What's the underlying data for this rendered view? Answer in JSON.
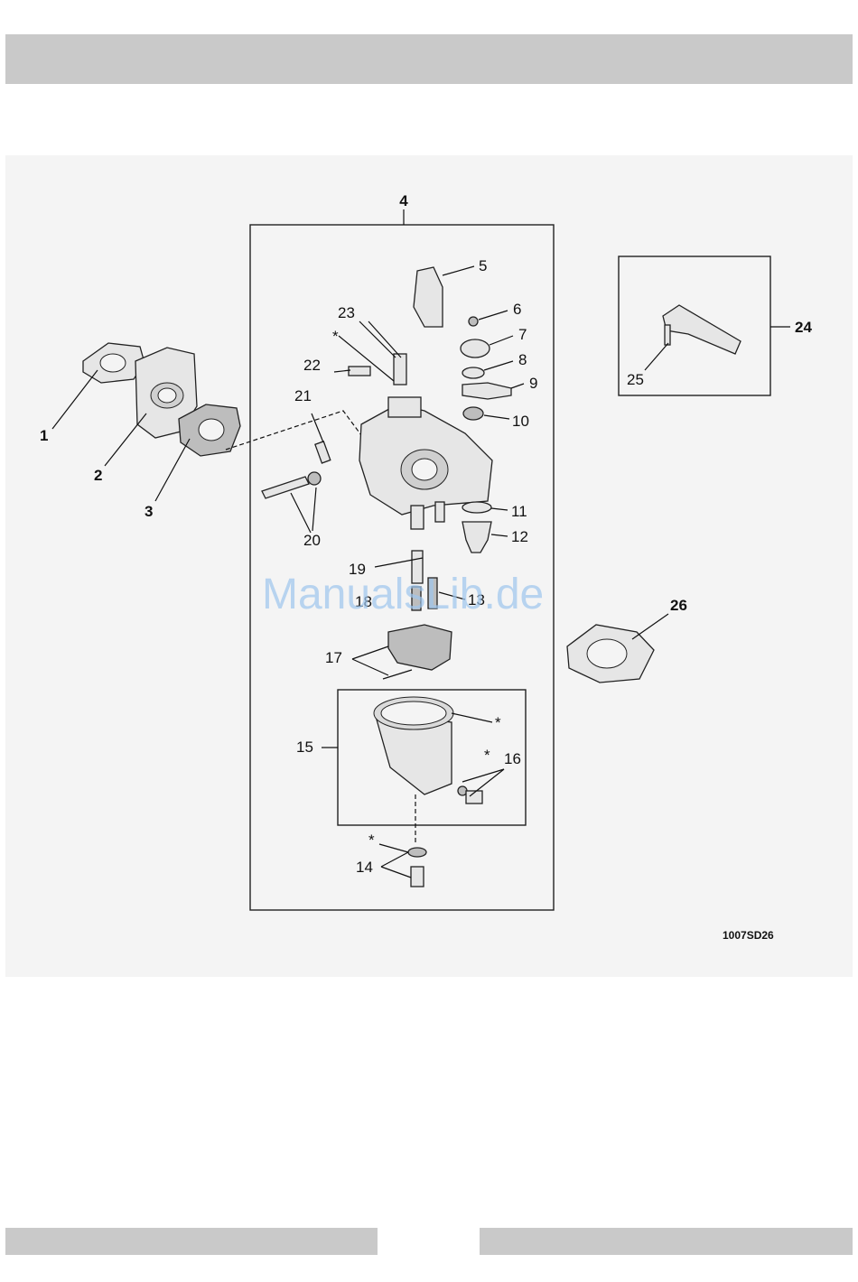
{
  "callouts": {
    "c1": "1",
    "c2": "2",
    "c3": "3",
    "c4": "4",
    "c5": "5",
    "c6": "6",
    "c7": "7",
    "c8": "8",
    "c9": "9",
    "c10": "10",
    "c11": "11",
    "c12": "12",
    "c13": "13",
    "c14": "14",
    "c15": "15",
    "c16": "16",
    "c17": "17",
    "c18": "18",
    "c19": "19",
    "c20": "20",
    "c21": "21",
    "c22": "22",
    "c23": "23",
    "c24": "24",
    "c25": "25",
    "c26": "26"
  },
  "asterisk": "*",
  "figure_code": "1007SD26",
  "watermark": "ManualsLib.de",
  "colors": {
    "header_bar": "#c9c9c9",
    "panel_bg": "#f4f4f4",
    "watermark": "#9ec6ee"
  }
}
